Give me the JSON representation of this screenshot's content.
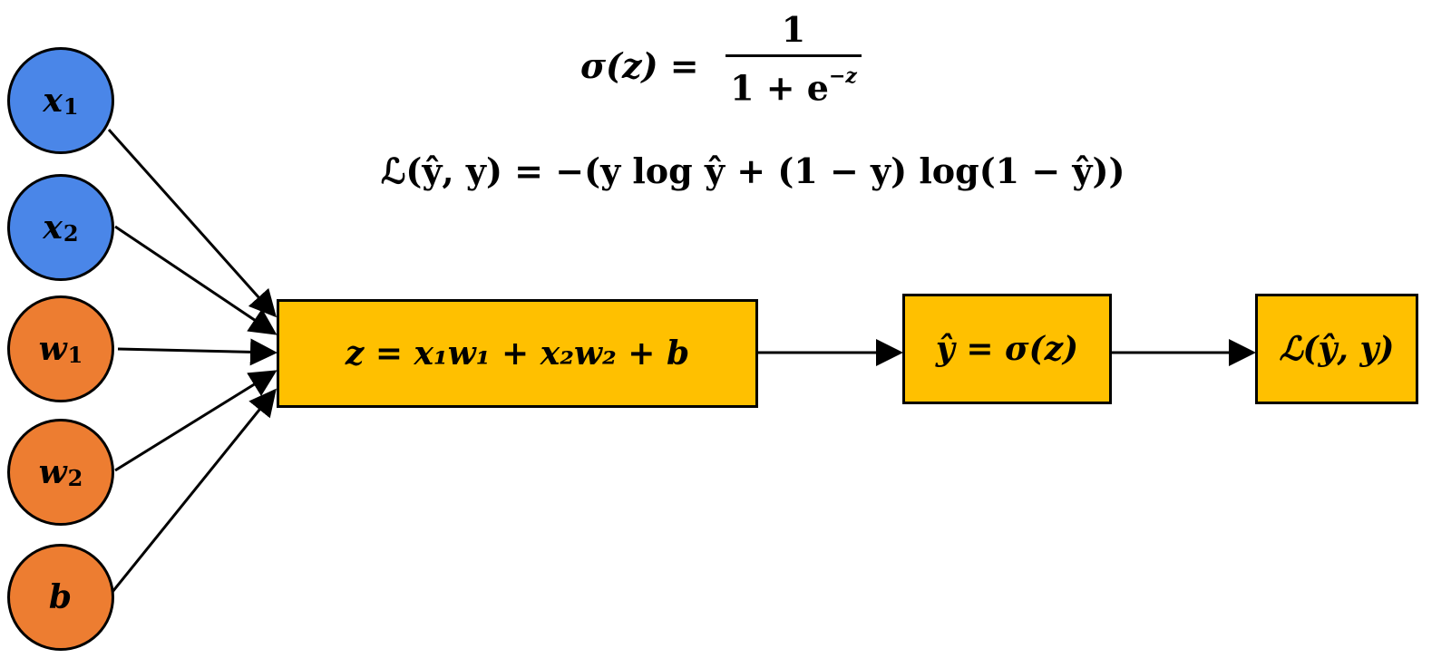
{
  "equations": {
    "sigmoid": {
      "lhs": "σ(z) =",
      "numerator": "1",
      "denominator_base": "1 + e",
      "denominator_exponent": "−z"
    },
    "loss": "ℒ(ŷ, y) = −(y log ŷ + (1 − y) log(1 − ŷ))"
  },
  "inputs": [
    {
      "symbol": "x",
      "subscript": "1",
      "group": "feature"
    },
    {
      "symbol": "x",
      "subscript": "2",
      "group": "feature"
    },
    {
      "symbol": "w",
      "subscript": "1",
      "group": "weight"
    },
    {
      "symbol": "w",
      "subscript": "2",
      "group": "weight"
    },
    {
      "symbol": "b",
      "subscript": "",
      "group": "weight"
    }
  ],
  "boxes": {
    "linear": "z = x₁w₁ + x₂w₂ + b",
    "activation": "ŷ = σ(z)",
    "loss": "ℒ(ŷ, y)"
  },
  "colors": {
    "feature": "#4A86E8",
    "weight": "#ED7D31",
    "box": "#FFC000",
    "stroke": "#000000"
  }
}
